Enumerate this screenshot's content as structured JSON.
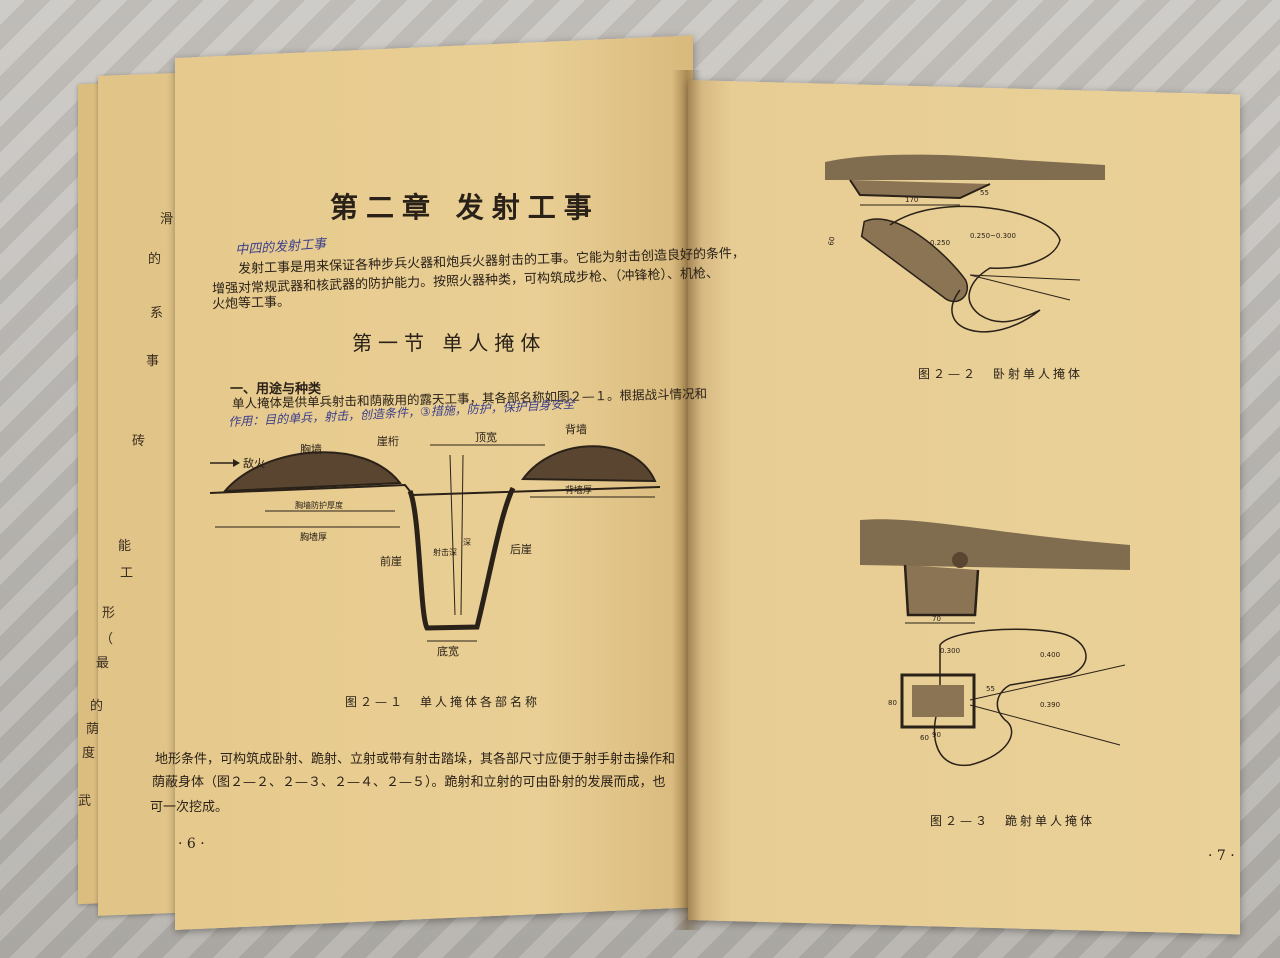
{
  "left_page": {
    "chapter_title": "第二章 发射工事",
    "intro_line1": "发射工事是用来保证各种步兵火器和炮兵火器射击的工事。它能为射击创造良好的条件，",
    "intro_line2": "增强对常规武器和核武器的防护能力。按照火器种类，可构筑成步枪、（冲锋枪）、机枪、",
    "intro_line3": "火炮等工事。",
    "section_title": "第一节 单人掩体",
    "subsection_title": "一、用途与种类",
    "para1_line1": "单人掩体是供单兵射击和荫蔽用的露天工事，其各部名称如图２—１。根据战斗情况和",
    "handwritten_top": "中四的发射工事",
    "handwritten_mid": "作用：目的单兵，射击，创造条件，③措施，防护，保护自身安全",
    "figure": {
      "caption": "图２—１　单人掩体各部名称",
      "label_enemy_fire": "敌火",
      "label_parapet": "胸墙",
      "label_rim": "崖桁",
      "label_top_width": "顶宽",
      "label_back_wall": "背墙",
      "label_parapet_protect": "胸墙防护厚度",
      "label_parapet_thick": "胸墙厚",
      "label_back_thick": "背墙厚",
      "label_front_slope": "前崖",
      "label_rear_slope": "后崖",
      "label_bottom_width": "底宽",
      "label_depth1": "射击深",
      "label_depth2": "深"
    },
    "para2_line1": "地形条件，可构筑成卧射、跪射、立射或带有射击踏垛，其各部尺寸应便于射手射击操作和",
    "para2_line2": "荫蔽身体（图２—２、２—３、２—４、２—５）。跪射和立射的可由卧射的发展而成，也",
    "para2_line3": "可一次挖成。",
    "page_number": "· 6 ·",
    "margin_chars": [
      "滑",
      "的",
      "系",
      "事",
      "砖",
      "能",
      "工",
      "形",
      "（",
      "最",
      "的",
      "荫",
      "度",
      "武"
    ]
  },
  "right_page": {
    "figure_2_2": {
      "caption": "图２—２　卧射单人掩体",
      "dim_bottom": "170",
      "dim_side": "55",
      "dim_left": "60",
      "label_a": "0.250~0.300",
      "label_b": "0.250"
    },
    "figure_2_3": {
      "caption": "图２—３　跪射单人掩体",
      "dim_70": "70",
      "dim_300": "0.300",
      "dim_400": "0.400",
      "dim_390": "0.390",
      "dim_80": "80",
      "dim_55": "55",
      "dim_90": "90",
      "dim_60": "60"
    },
    "page_number": "· 7 ·"
  },
  "colors": {
    "paper": "#e9cf95",
    "ink": "#2a2118",
    "handwriting": "#3b3f8c",
    "background": "#bdbab6"
  }
}
